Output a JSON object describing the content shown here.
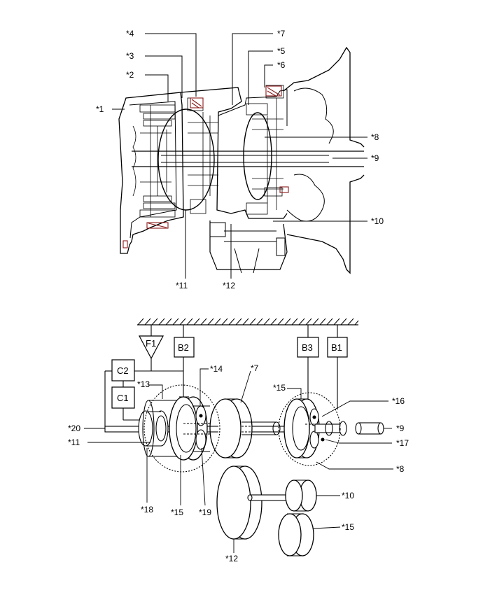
{
  "section_view": {
    "callouts": {
      "c1": "*1",
      "c2": "*2",
      "c3": "*3",
      "c4": "*4",
      "c5": "*5",
      "c6": "*6",
      "c7": "*7",
      "c8": "*8",
      "c9": "*9",
      "c10": "*10",
      "c11": "*11",
      "c12": "*12"
    }
  },
  "schematic": {
    "boxes": {
      "f1": "F1",
      "b2": "B2",
      "b3": "B3",
      "b1": "B1",
      "c2": "C2",
      "c1": "C1"
    },
    "callouts": {
      "c13": "*13",
      "c14": "*14",
      "c7": "*7",
      "c15_top": "*15",
      "c16": "*16",
      "c20": "*20",
      "c9": "*9",
      "c11": "*11",
      "c17": "*17",
      "c8": "*8",
      "c10": "*10",
      "c18": "*18",
      "c15_left": "*15",
      "c19": "*19",
      "c15_bottom": "*15",
      "c12": "*12"
    }
  },
  "colors": {
    "ink": "#000000",
    "accent": "#8b1a1a",
    "paper": "#ffffff"
  }
}
